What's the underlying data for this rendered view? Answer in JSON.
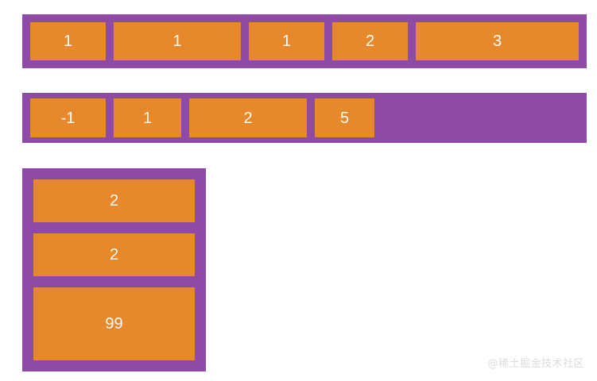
{
  "palette": {
    "background": "#ffffff",
    "container_purple": "#8d4ba5",
    "item_orange": "#e6882b",
    "item_text": "#fdfdf6",
    "watermark_text": "#dcdcdc"
  },
  "containers": [
    {
      "name": "row-1",
      "direction": "row",
      "items": [
        {
          "label": "1"
        },
        {
          "label": "1"
        },
        {
          "label": "1"
        },
        {
          "label": "2"
        },
        {
          "label": "3"
        }
      ]
    },
    {
      "name": "row-2",
      "direction": "row",
      "items": [
        {
          "label": "-1"
        },
        {
          "label": "1"
        },
        {
          "label": "2"
        },
        {
          "label": "5"
        }
      ]
    },
    {
      "name": "column-1",
      "direction": "column",
      "items": [
        {
          "label": "2"
        },
        {
          "label": "2"
        },
        {
          "label": "99"
        }
      ]
    }
  ],
  "watermark": {
    "text": "@稀土掘金技术社区"
  }
}
